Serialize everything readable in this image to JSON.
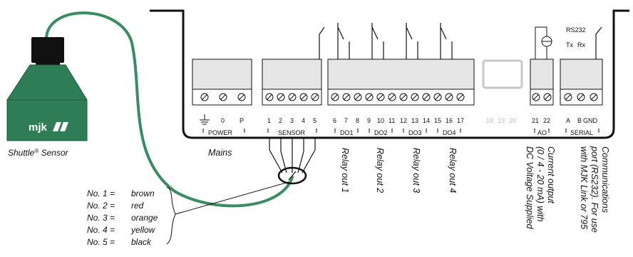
{
  "sensor": {
    "brand": "mjk",
    "label_name": "Shuttle",
    "label_reg": "®",
    "label_rest": " Sensor",
    "body_color": "#2e7d57",
    "cable_color": "#3b8b63"
  },
  "groups": {
    "power": {
      "name": "POWER",
      "terminals": [
        "0",
        "P"
      ]
    },
    "sensor": {
      "name": "SENSOR",
      "terminals": [
        "1",
        "2",
        "3",
        "4",
        "5"
      ]
    },
    "digital_outputs": {
      "terminals": [
        "6",
        "7",
        "8",
        "9",
        "10",
        "11",
        "12",
        "13",
        "14",
        "15",
        "16",
        "17"
      ],
      "labels": [
        "DO1",
        "DO2",
        "DO3",
        "DO4"
      ]
    },
    "unused": {
      "terminals": [
        "18",
        "19",
        "20"
      ]
    },
    "analog_out": {
      "name": "AO",
      "terminals": [
        "21",
        "22"
      ]
    },
    "serial": {
      "name": "SERIAL",
      "top": "RS232",
      "tx": "Tx",
      "rx": "Rx",
      "terminals": [
        "A",
        "B",
        "GND"
      ]
    }
  },
  "mains_label": "Mains",
  "wire_colors": [
    {
      "num": "No. 1 =",
      "color": "brown"
    },
    {
      "num": "No. 2 =",
      "color": "red"
    },
    {
      "num": "No. 3 =",
      "color": "orange"
    },
    {
      "num": "No. 4 =",
      "color": "yellow"
    },
    {
      "num": "No. 5 =",
      "color": "black"
    }
  ],
  "relay_labels": [
    "Relay out 1",
    "Relay out 2",
    "Relay out 3",
    "Relay out 4"
  ],
  "current_output": [
    "Current output",
    "(0 / 4 - 20 mA) with",
    "DC Voltage Supplied"
  ],
  "communications": [
    "Communications",
    "port (RS232). For use",
    "with MJK Link or 795"
  ]
}
